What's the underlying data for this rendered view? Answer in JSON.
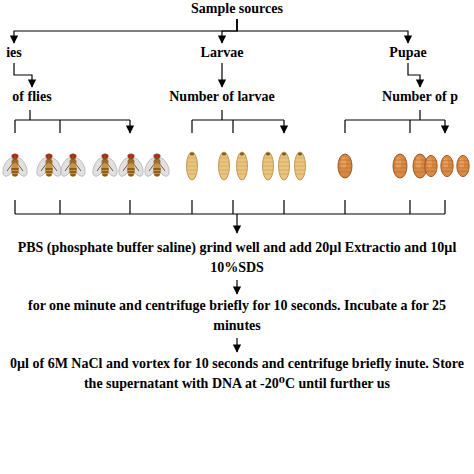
{
  "diagram": {
    "nodes": [
      {
        "text": [
          "Sample sources"
        ]
      },
      {
        "text": [
          "ies"
        ]
      },
      {
        "text": [
          "Larvae"
        ]
      },
      {
        "text": [
          "Pupae"
        ]
      },
      {
        "text": [
          "of flies"
        ]
      },
      {
        "text": [
          "Number of larvae"
        ]
      },
      {
        "text": [
          "Number of p"
        ]
      },
      {
        "text": [
          "PBS (phosphate buffer saline) grind well and add 20µl Extractio and 10µl 10%SDS"
        ]
      },
      {
        "text": [
          "for one minute  and centrifuge briefly for 10 seconds. Incubate a for 25 minutes"
        ]
      },
      {
        "text": [
          "0µl of  6M NaCl and vortex for 10 seconds and centrifuge briefly inute. Store the supernatant with DNA at -20⁰C until further us"
        ]
      }
    ],
    "edges": [
      {
        "from": 0,
        "to": 1,
        "arrow": "to"
      },
      {
        "from": 0,
        "to": 2,
        "arrow": "to"
      },
      {
        "from": 0,
        "to": 3,
        "arrow": "to"
      },
      {
        "from": 1,
        "to": 4,
        "arrow": "to"
      },
      {
        "from": 2,
        "to": 5,
        "arrow": "to"
      },
      {
        "from": 3,
        "to": 6,
        "arrow": "to"
      },
      {
        "from": 7,
        "to": 8,
        "arrow": "to"
      },
      {
        "from": 8,
        "to": 9,
        "arrow": "to"
      }
    ]
  }
}
